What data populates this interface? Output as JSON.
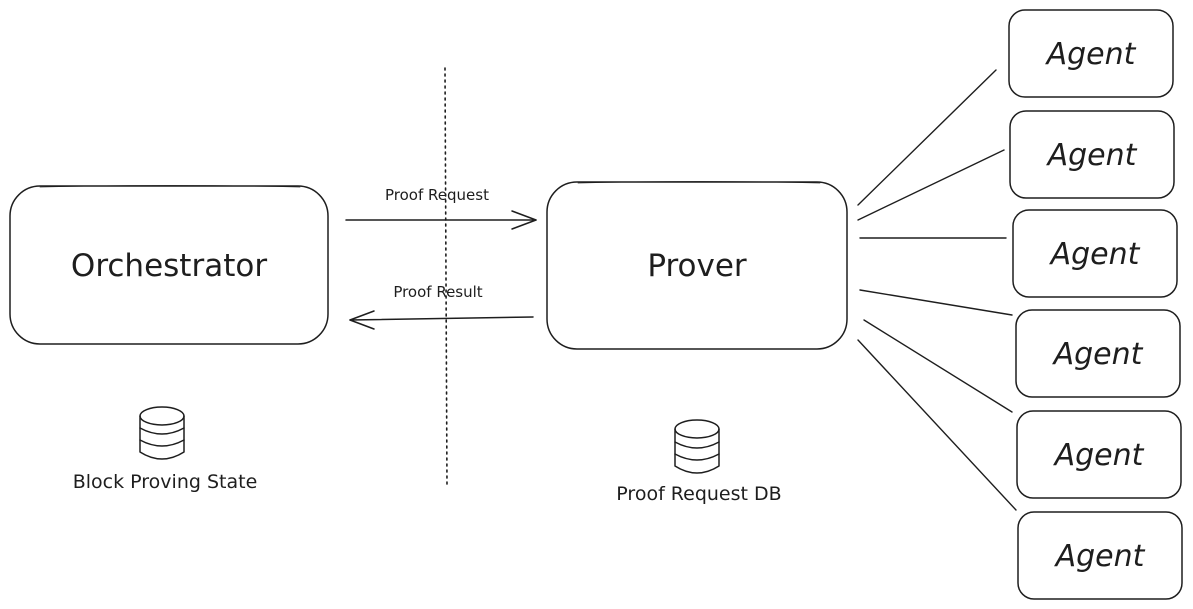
{
  "nodes": {
    "orchestrator": {
      "label": "Orchestrator"
    },
    "prover": {
      "label": "Prover"
    },
    "agents": [
      {
        "label": "Agent"
      },
      {
        "label": "Agent"
      },
      {
        "label": "Agent"
      },
      {
        "label": "Agent"
      },
      {
        "label": "Agent"
      },
      {
        "label": "Agent"
      }
    ]
  },
  "edges": {
    "proof_request": {
      "label": "Proof Request"
    },
    "proof_result": {
      "label": "Proof Result"
    }
  },
  "databases": {
    "block_proving_state": {
      "label": "Block Proving State",
      "icon": "database-icon"
    },
    "proof_request_db": {
      "label": "Proof Request DB",
      "icon": "database-icon"
    }
  },
  "colors": {
    "stroke": "#1e1e1e",
    "background": "#ffffff"
  }
}
